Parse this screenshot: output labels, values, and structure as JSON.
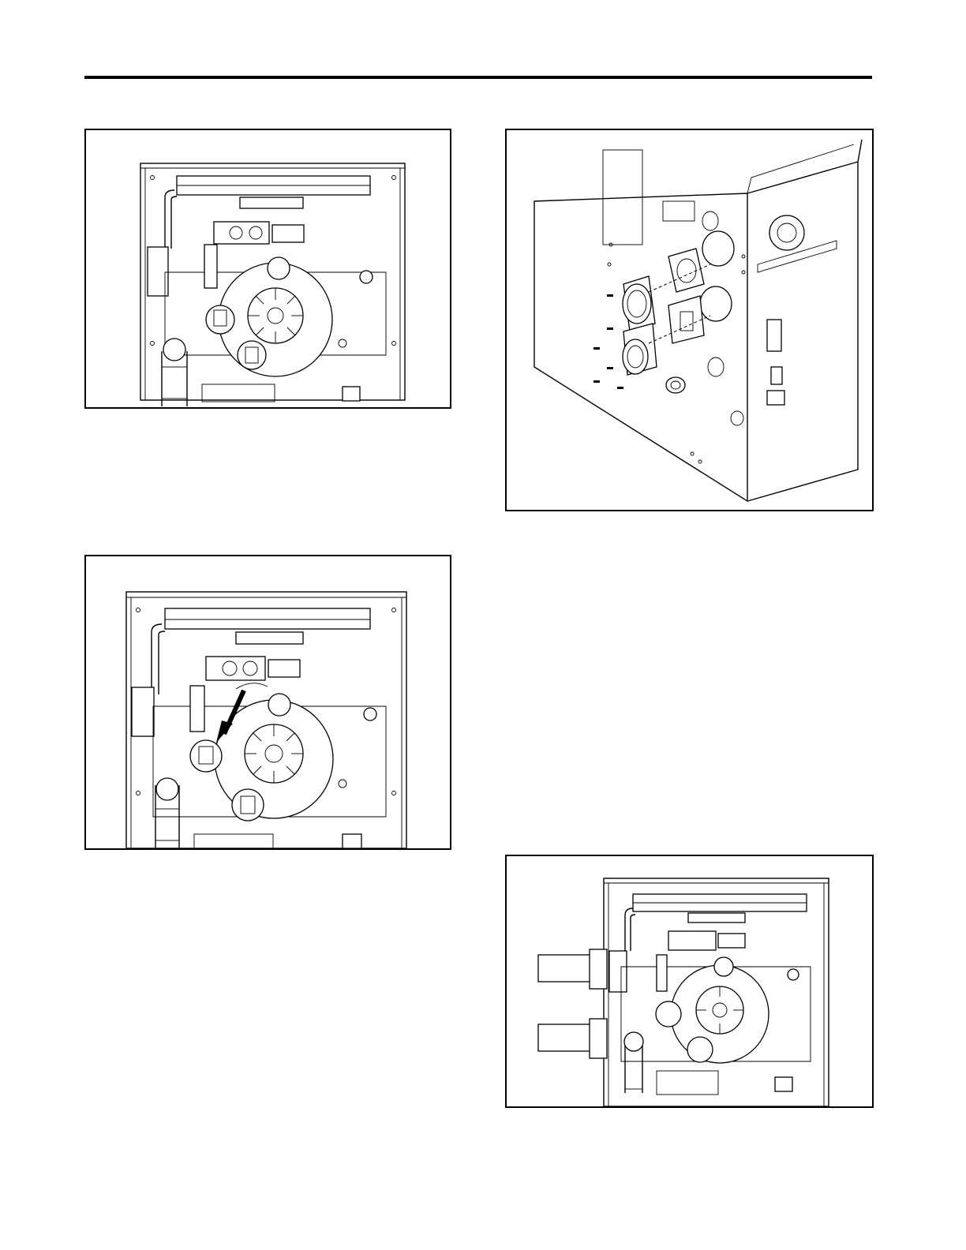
{
  "page": {
    "header_rule": true
  },
  "figures": [
    {
      "id": "fig1",
      "view": "furnace-front-inducer-assembly",
      "arrow": false
    },
    {
      "id": "fig2",
      "view": "cabinet-side-vent-kit-exploded",
      "arrow": false
    },
    {
      "id": "fig3",
      "view": "furnace-front-inducer-rotation",
      "arrow": true
    },
    {
      "id": "fig4",
      "view": "furnace-front-side-vent-pipes",
      "arrow": false
    }
  ],
  "colors": {
    "line": "#000000",
    "background": "#ffffff"
  }
}
